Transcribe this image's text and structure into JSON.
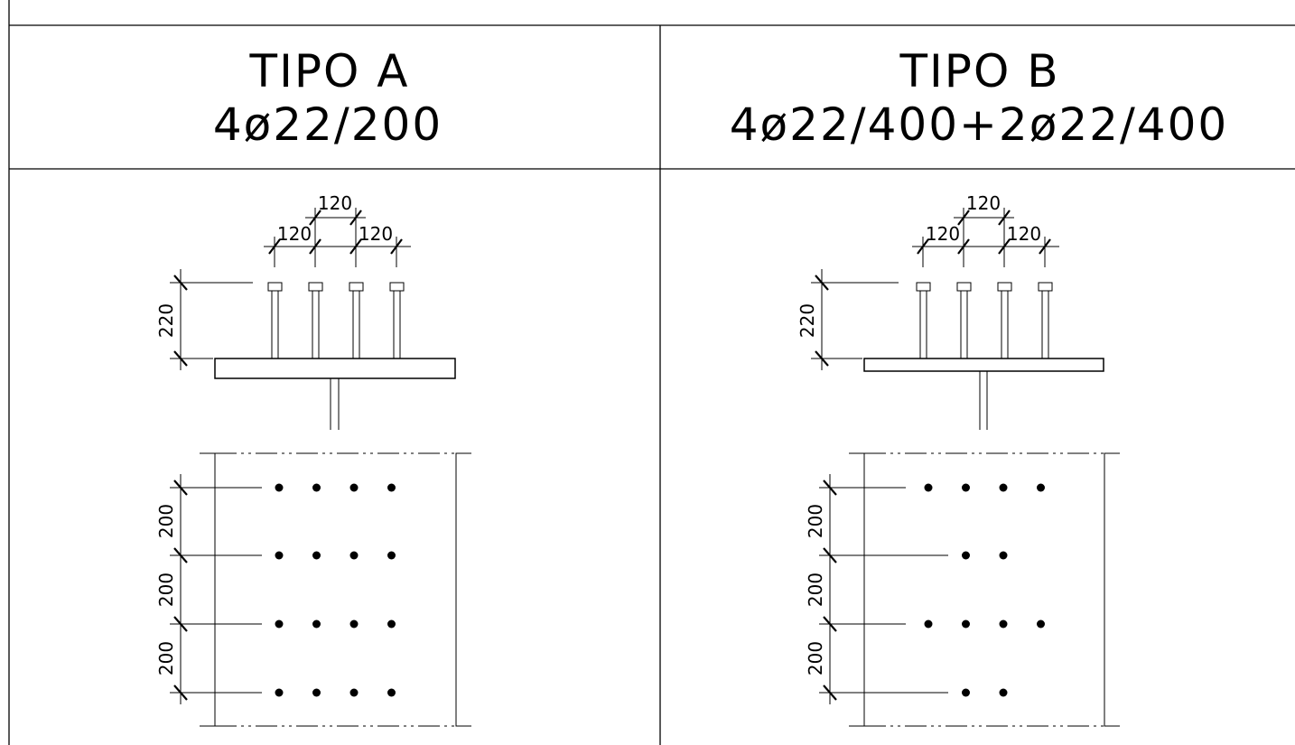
{
  "panels": [
    {
      "id": "a",
      "title_line1": "TIPO  A",
      "title_line2": "4ø22/200",
      "dim_top": "120",
      "dim_left": "120",
      "dim_right": "120",
      "dim_height": "220",
      "spacing_labels": [
        "200",
        "200",
        "200"
      ],
      "dot_rows": [
        [
          1,
          1,
          1,
          1
        ],
        [
          1,
          1,
          1,
          1
        ],
        [
          1,
          1,
          1,
          1
        ],
        [
          1,
          1,
          1,
          1
        ]
      ]
    },
    {
      "id": "b",
      "title_line1": "TIPO  B",
      "title_line2": "4ø22/400+2ø22/400",
      "dim_top": "120",
      "dim_left": "120",
      "dim_right": "120",
      "dim_height": "220",
      "spacing_labels": [
        "200",
        "200",
        "200"
      ],
      "dot_rows": [
        [
          1,
          1,
          1,
          1
        ],
        [
          0,
          1,
          1,
          0
        ],
        [
          1,
          1,
          1,
          1
        ],
        [
          0,
          1,
          1,
          0
        ]
      ]
    }
  ]
}
